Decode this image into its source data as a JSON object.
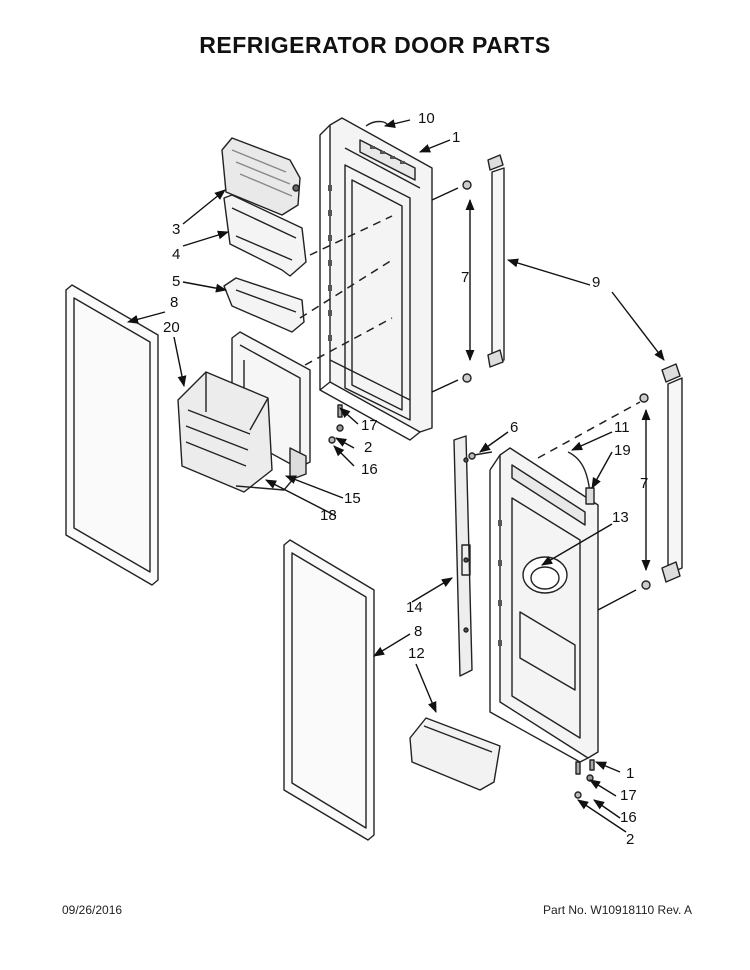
{
  "title": "REFRIGERATOR DOOR PARTS",
  "footer": {
    "date": "09/26/2016",
    "part_no": "Part No.  W10918110  Rev. A"
  },
  "callouts": [
    {
      "id": "c10",
      "text": "10"
    },
    {
      "id": "c1a",
      "text": "1"
    },
    {
      "id": "c3",
      "text": "3"
    },
    {
      "id": "c4",
      "text": "4"
    },
    {
      "id": "c5",
      "text": "5"
    },
    {
      "id": "c8a",
      "text": "8"
    },
    {
      "id": "c20",
      "text": "20"
    },
    {
      "id": "c7a",
      "text": "7"
    },
    {
      "id": "c9",
      "text": "9"
    },
    {
      "id": "c17a",
      "text": "17"
    },
    {
      "id": "c2a",
      "text": "2"
    },
    {
      "id": "c16a",
      "text": "16"
    },
    {
      "id": "c15",
      "text": "15"
    },
    {
      "id": "c18",
      "text": "18"
    },
    {
      "id": "c6",
      "text": "6"
    },
    {
      "id": "c11",
      "text": "11"
    },
    {
      "id": "c19",
      "text": "19"
    },
    {
      "id": "c13",
      "text": "13"
    },
    {
      "id": "c7b",
      "text": "7"
    },
    {
      "id": "c14",
      "text": "14"
    },
    {
      "id": "c8b",
      "text": "8"
    },
    {
      "id": "c12",
      "text": "12"
    },
    {
      "id": "c1b",
      "text": "1"
    },
    {
      "id": "c17b",
      "text": "17"
    },
    {
      "id": "c16b",
      "text": "16"
    },
    {
      "id": "c2b",
      "text": "2"
    }
  ]
}
